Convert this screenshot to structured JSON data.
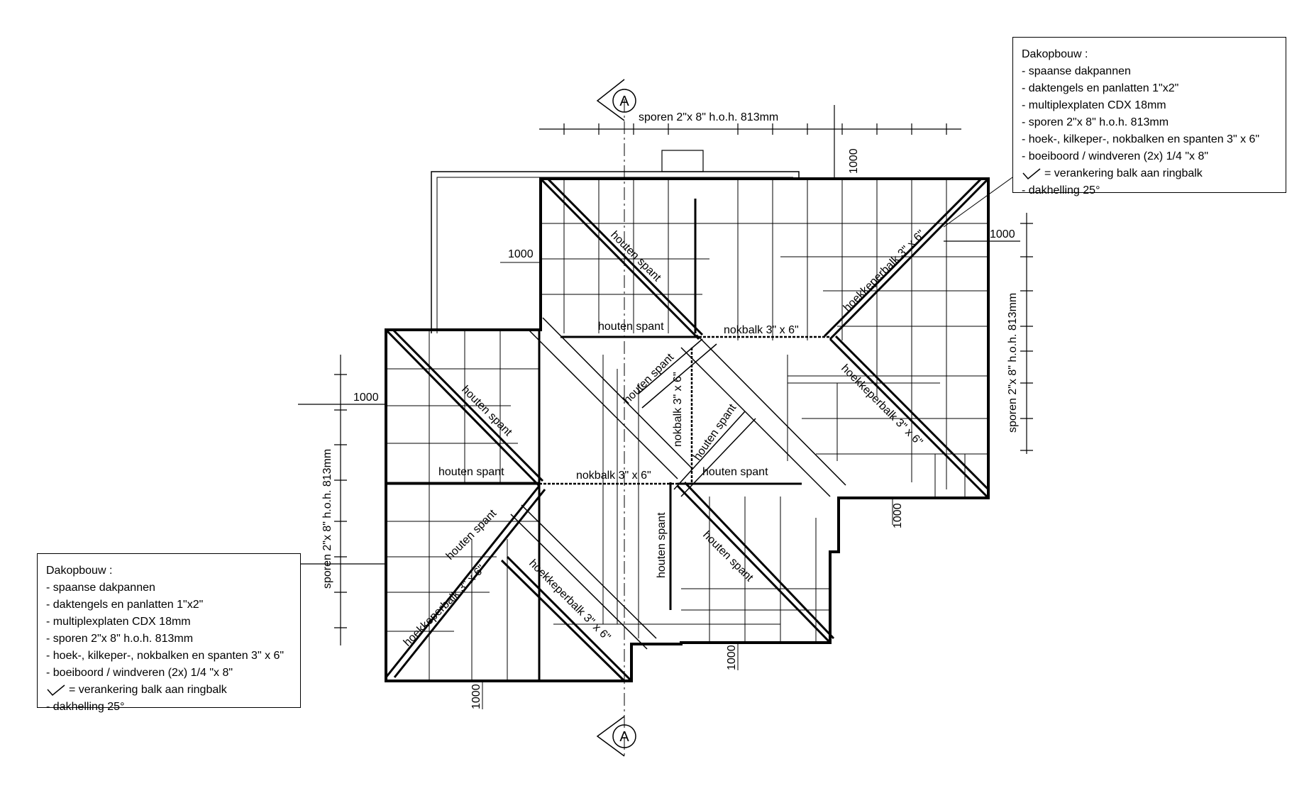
{
  "note_top": {
    "title": "Dakopbouw :",
    "items": [
      "- spaanse dakpannen",
      "- daktengels en panlatten 1\"x2\"",
      "- multiplexplaten CDX 18mm",
      "- sporen 2\"x 8\" h.o.h. 813mm",
      "- hoek-, kilkeper-, nokbalken en spanten 3\" x 6\"",
      "- boeiboord / windveren  (2x) 1/4 \"x 8\""
    ],
    "anchor_note": "= verankering balk aan ringbalk",
    "slope": "- dakhelling 25°"
  },
  "note_bottom": {
    "title": "Dakopbouw :",
    "items": [
      "- spaanse dakpannen",
      "- daktengels en panlatten 1\"x2\"",
      "- multiplexplaten CDX 18mm",
      "- sporen 2\"x 8\" h.o.h. 813mm",
      "- hoek-, kilkeper-, nokbalken en spanten 3\" x 6\"",
      "- boeiboord / windveren  (2x) 1/4 \"x 8\""
    ],
    "anchor_note": "= verankering balk aan ringbalk",
    "slope": "- dakhelling 25°"
  },
  "section": {
    "marker": "A"
  },
  "labels": {
    "sporen_top": "sporen 2\"x 8\"  h.o.h. 813mm",
    "sporen_right": "sporen 2\"x 8\"  h.o.h. 813mm",
    "sporen_left": "sporen 2\"x 8\"  h.o.h. 813mm",
    "houten_spant": "houten spant",
    "nokbalk": "nokbalk 3\" x 6\"",
    "hoekkeperbalk": "hoekkeperbalk 3\" x 6\"",
    "dim_1000": "1000"
  }
}
